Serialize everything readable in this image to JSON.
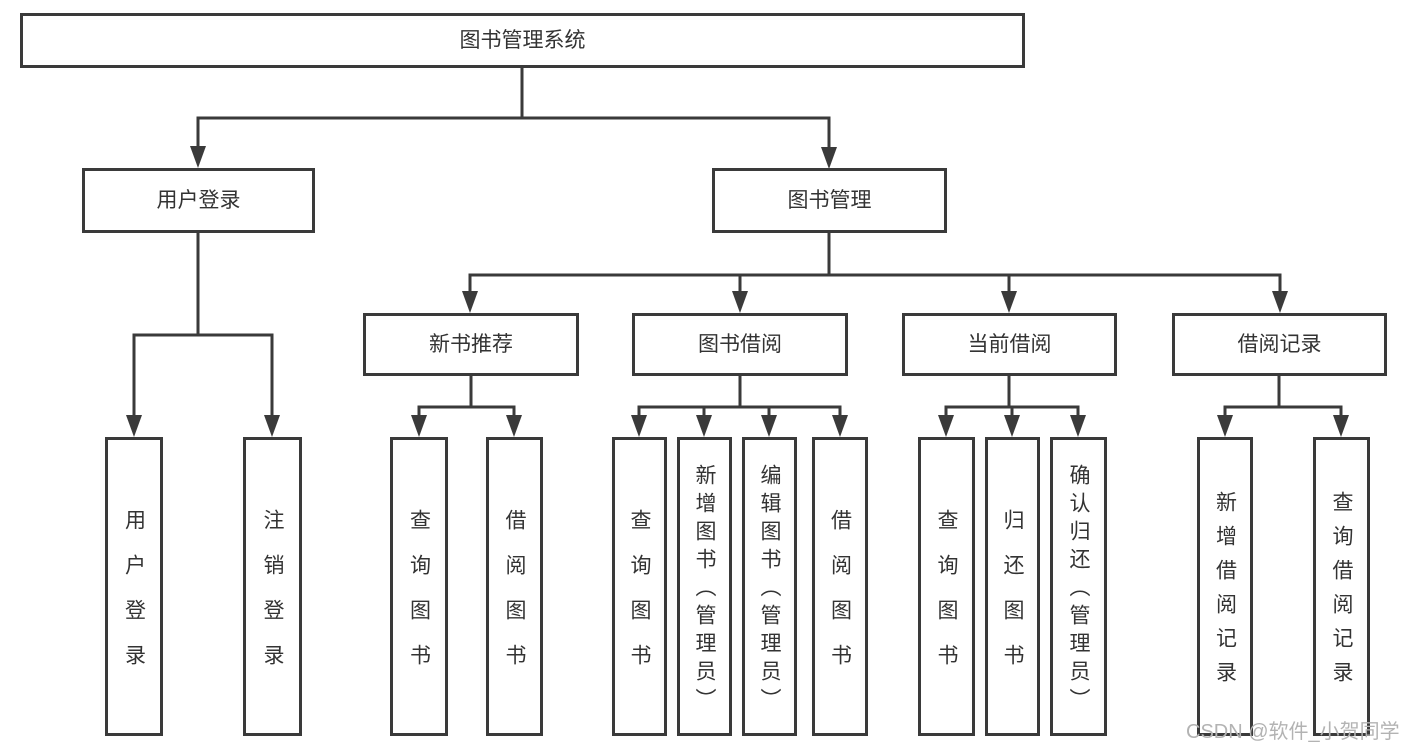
{
  "diagram": {
    "title": "图书管理系统",
    "root": {
      "label": "图书管理系统"
    },
    "level2": [
      {
        "label": "用户登录"
      },
      {
        "label": "图书管理"
      }
    ],
    "level3": [
      {
        "label": "新书推荐"
      },
      {
        "label": "图书借阅"
      },
      {
        "label": "当前借阅"
      },
      {
        "label": "借阅记录"
      }
    ],
    "leaves": {
      "user": [
        "用户登录",
        "注销登录"
      ],
      "newbook": [
        "查询图书",
        "借阅图书"
      ],
      "borrow": [
        "查询图书",
        "新增图书（管理员）",
        "编辑图书（管理员）",
        "借阅图书"
      ],
      "current": [
        "查询图书",
        "归还图书",
        "确认归还（管理员）"
      ],
      "records": [
        "新增借阅记录",
        "查询借阅记录"
      ]
    }
  },
  "colors": {
    "line": "#3a3a3a",
    "text": "#333333",
    "watermark": "#b3b3b3"
  },
  "watermark": "CSDN @软件_小贺同学"
}
